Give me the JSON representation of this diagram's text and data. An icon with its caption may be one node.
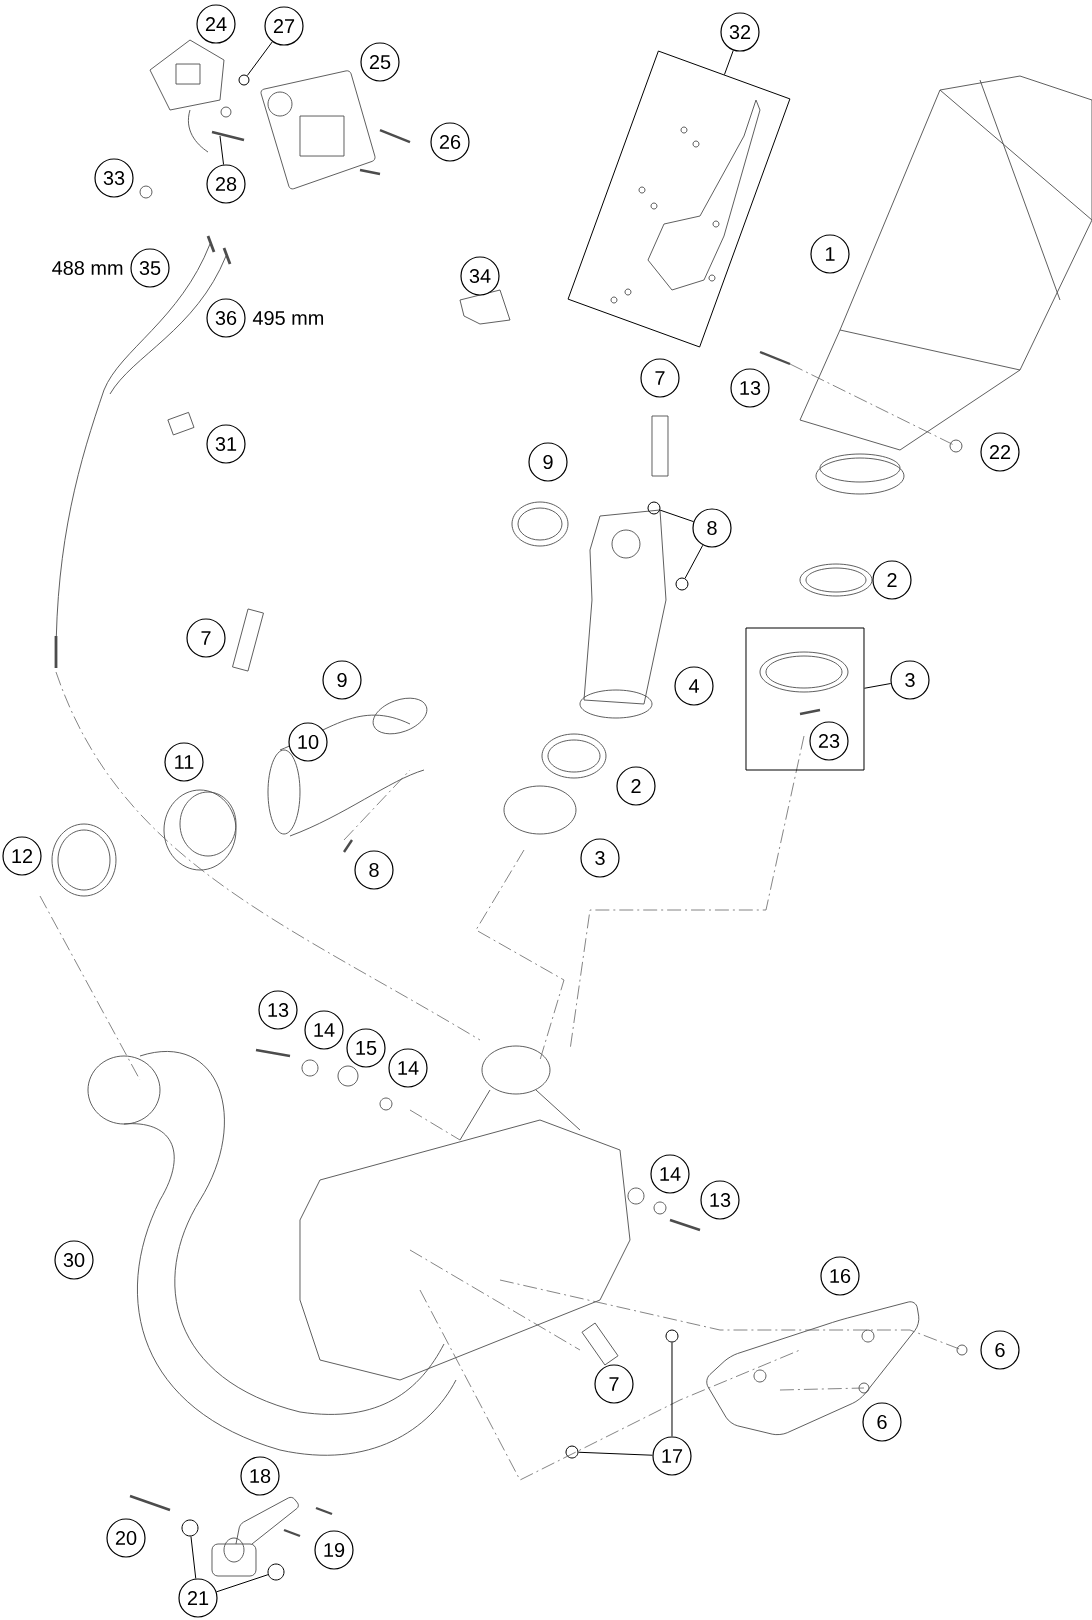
{
  "diagram": {
    "nodes": [
      {
        "text": [
          "24"
        ]
      },
      {
        "text": [
          "27"
        ]
      },
      {
        "text": [
          "25"
        ]
      },
      {
        "text": [
          "32"
        ]
      },
      {
        "text": [],
        "shape": "box"
      },
      {
        "text": [
          "26"
        ]
      },
      {
        "text": [
          "33"
        ]
      },
      {
        "text": [
          "28"
        ]
      },
      {
        "text": [
          "1"
        ]
      },
      {
        "text": [
          "35"
        ],
        "beside": [
          "488 mm"
        ]
      },
      {
        "text": [
          "34"
        ]
      },
      {
        "text": [
          "36"
        ],
        "beside": [
          "495 mm"
        ]
      },
      {
        "text": [
          "7"
        ]
      },
      {
        "text": [
          "13"
        ]
      },
      {
        "text": [
          "31"
        ]
      },
      {
        "text": [
          "22"
        ]
      },
      {
        "text": [
          "9"
        ]
      },
      {
        "text": [
          "8"
        ]
      },
      {
        "text": [
          "2"
        ]
      },
      {
        "text": [],
        "shape": "box"
      },
      {
        "text": [
          "3"
        ]
      },
      {
        "text": [
          "4"
        ]
      },
      {
        "text": [
          "7"
        ]
      },
      {
        "text": [
          "9"
        ]
      },
      {
        "text": [
          "23"
        ],
        "in": 19
      },
      {
        "text": [
          "10"
        ]
      },
      {
        "text": [
          "11"
        ]
      },
      {
        "text": [
          "2"
        ]
      },
      {
        "text": [
          "12"
        ]
      },
      {
        "text": [
          "3"
        ]
      },
      {
        "text": [
          "8"
        ]
      },
      {
        "text": [
          "13"
        ]
      },
      {
        "text": [
          "14"
        ]
      },
      {
        "text": [
          "15"
        ]
      },
      {
        "text": [
          "14"
        ]
      },
      {
        "text": [
          "14"
        ]
      },
      {
        "text": [
          "13"
        ]
      },
      {
        "text": [
          "30"
        ]
      },
      {
        "text": [
          "16"
        ]
      },
      {
        "text": [
          "6"
        ]
      },
      {
        "text": [
          "7"
        ]
      },
      {
        "text": [
          "6"
        ]
      },
      {
        "text": [
          "17"
        ]
      },
      {
        "text": [
          "18"
        ]
      },
      {
        "text": [
          "20"
        ]
      },
      {
        "text": [
          "19"
        ]
      },
      {
        "text": [
          "21"
        ]
      },
      {
        "text": [],
        "shape": "circle"
      },
      {
        "text": [],
        "shape": "circle"
      },
      {
        "text": [],
        "shape": "circle"
      },
      {
        "text": [],
        "shape": "circle"
      },
      {
        "text": [],
        "shape": "circle"
      },
      {
        "text": [],
        "shape": "circle"
      },
      {
        "text": [],
        "shape": "circle"
      }
    ],
    "edges": [
      {
        "from": 3,
        "to": 4,
        "arrow": "none"
      },
      {
        "from": 1,
        "to": 47,
        "arrow": "none"
      },
      {
        "from": 7,
        "to": null,
        "arrow": "none"
      },
      {
        "from": 17,
        "to": 48,
        "arrow": "none"
      },
      {
        "from": 17,
        "to": 49,
        "arrow": "none"
      },
      {
        "from": 20,
        "to": 19,
        "arrow": "none"
      },
      {
        "from": 42,
        "to": 50,
        "arrow": "none"
      },
      {
        "from": 42,
        "to": 51,
        "arrow": "none"
      },
      {
        "from": 46,
        "to": 52,
        "arrow": "none"
      },
      {
        "from": 46,
        "to": 53,
        "arrow": "none"
      }
    ]
  }
}
